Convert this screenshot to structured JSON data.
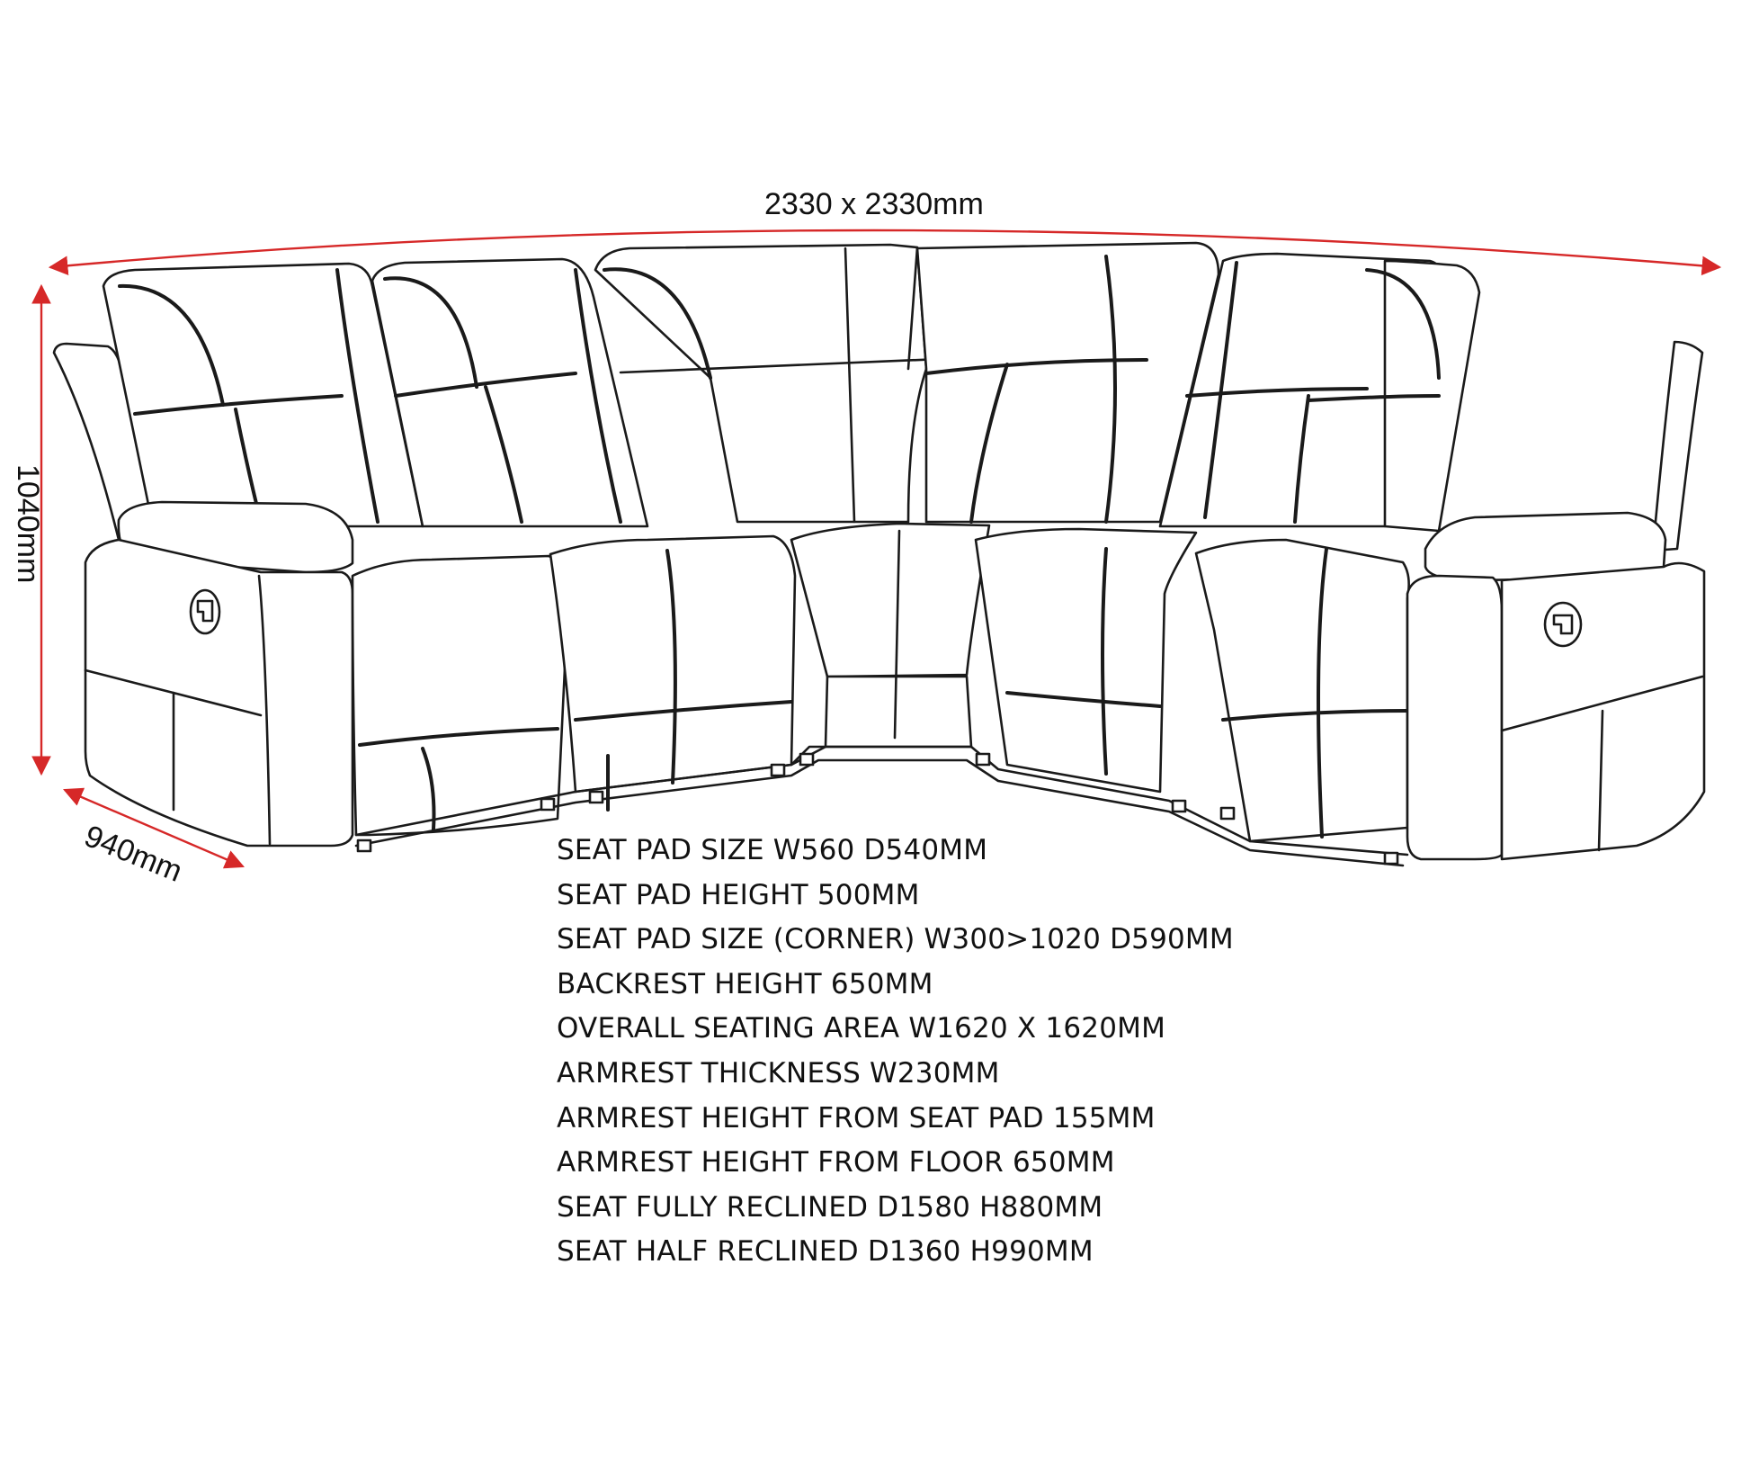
{
  "dimensions": {
    "width_label": "2330 x 2330mm",
    "height_label": "1040mm",
    "depth_label": "940mm",
    "arrow_color": "#d62828"
  },
  "specs": [
    "SEAT PAD SIZE W560 D540MM",
    "SEAT PAD HEIGHT 500MM",
    "SEAT PAD SIZE (CORNER) W300>1020 D590MM",
    "BACKREST HEIGHT 650MM",
    "OVERALL SEATING AREA W1620 X 1620MM",
    "ARMREST THICKNESS W230MM",
    "ARMREST HEIGHT FROM SEAT PAD 155MM",
    "ARMREST HEIGHT FROM FLOOR 650MM",
    "SEAT FULLY RECLINED D1580 H880MM",
    "SEAT HALF RECLINED D1360 H990MM"
  ],
  "icons": {
    "recline_handle": "recline-lever-icon"
  }
}
